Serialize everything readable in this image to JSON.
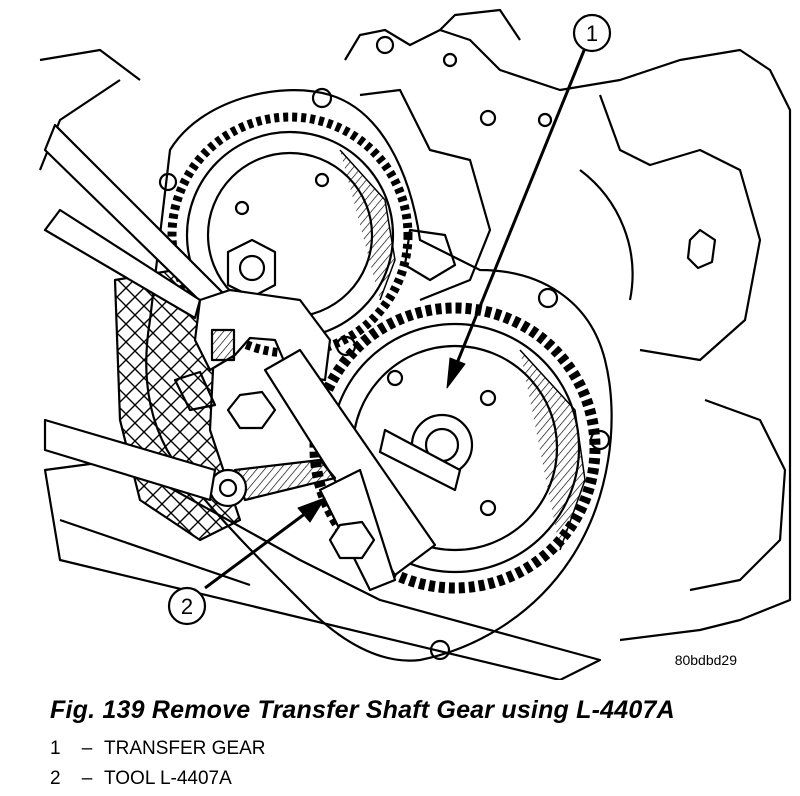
{
  "figure": {
    "callouts": [
      {
        "number": "1"
      },
      {
        "number": "2"
      }
    ],
    "code": "80bdbd29"
  },
  "caption": "Fig. 139 Remove Transfer Shaft Gear using L-4407A",
  "legend": [
    {
      "number": "1",
      "dash": "–",
      "label": "TRANSFER GEAR"
    },
    {
      "number": "2",
      "dash": "–",
      "label": "TOOL L-4407A"
    }
  ]
}
